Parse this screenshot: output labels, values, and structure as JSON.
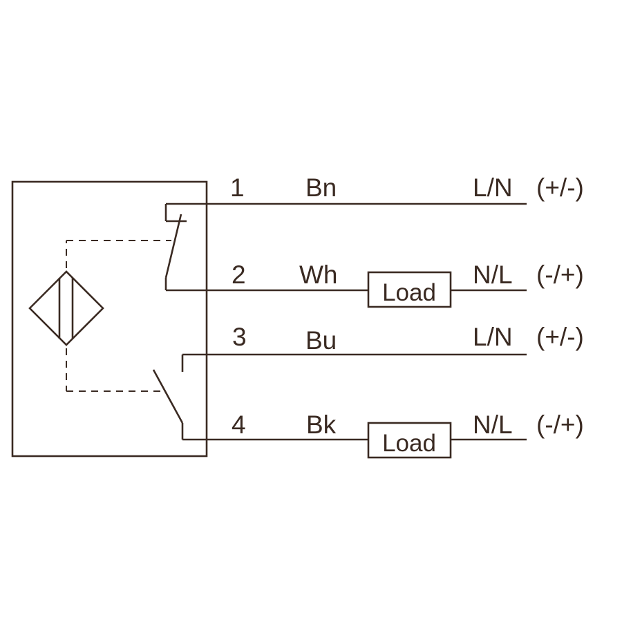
{
  "wires": [
    {
      "pin": "1",
      "color": "Bn",
      "terminal": "L/N",
      "polarity": "(+/-)"
    },
    {
      "pin": "2",
      "color": "Wh",
      "terminal": "N/L",
      "polarity": "(-/+)",
      "load": "Load"
    },
    {
      "pin": "3",
      "color": "Bu",
      "terminal": "L/N",
      "polarity": "(+/-)"
    },
    {
      "pin": "4",
      "color": "Bk",
      "terminal": "N/L",
      "polarity": "(-/+)",
      "load": "Load"
    }
  ],
  "colors": {
    "line": "#3a2a22",
    "background": "#ffffff"
  },
  "icons": {
    "sensor": "inductive-sensor-icon",
    "switch_nc": "nc-contact-icon",
    "switch_no": "no-contact-icon"
  }
}
